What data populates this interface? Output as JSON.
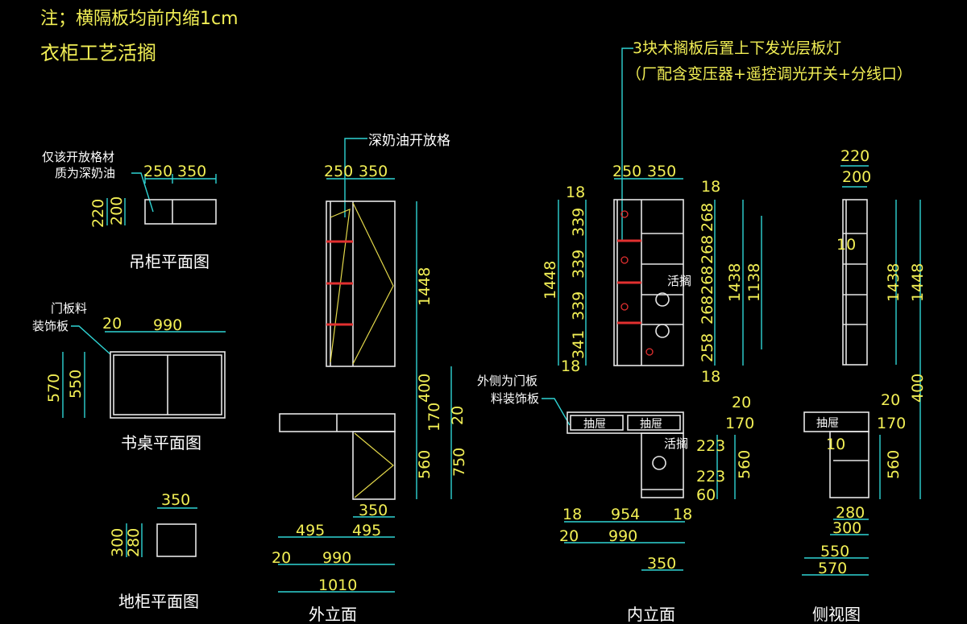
{
  "notes": {
    "note1": "注；横隔板均前内缩1cm",
    "note2": "衣柜工艺活搁",
    "light_note1": "3块木搁板后置上下发光层板灯",
    "light_note2": "（厂配含变压器+遥控调光开关+分线口）",
    "open_grid_material1": "仅该开放格材",
    "open_grid_material2": "质为深奶油",
    "deep_cream": "深奶油开放格",
    "door_panel1": "门板料",
    "door_panel2": "装饰板",
    "outer_door1": "外侧为门板",
    "outer_door2": "料装饰板",
    "loose_shelf": "活搁",
    "drawer": "抽屉"
  },
  "titles": {
    "hanging_plan": "吊柜平面图",
    "desk_plan": "书桌平面图",
    "floor_plan": "地柜平面图",
    "outer_elev": "外立面",
    "inner_elev": "内立面",
    "side_view": "侧视图"
  },
  "dims": {
    "d250": "250",
    "d350": "350",
    "d220": "220",
    "d200": "200",
    "d20": "20",
    "d990": "990",
    "d570": "570",
    "d550": "550",
    "d300": "300",
    "d280": "280",
    "d1448": "1448",
    "d400": "400",
    "d170": "170",
    "d560": "560",
    "d750": "750",
    "d495": "495",
    "d1010": "1010",
    "d18": "18",
    "d339": "339",
    "d341": "341",
    "d268": "268",
    "d258": "258",
    "d1438": "1438",
    "d1138": "1138",
    "d223": "223",
    "d60": "60",
    "d954": "954",
    "d10": "10"
  },
  "colors": {
    "background": "#000000",
    "text": "#f2ef55",
    "dimension": "#2fd4d4",
    "outline": "#e6e6e6",
    "shelf": "#e23030"
  }
}
